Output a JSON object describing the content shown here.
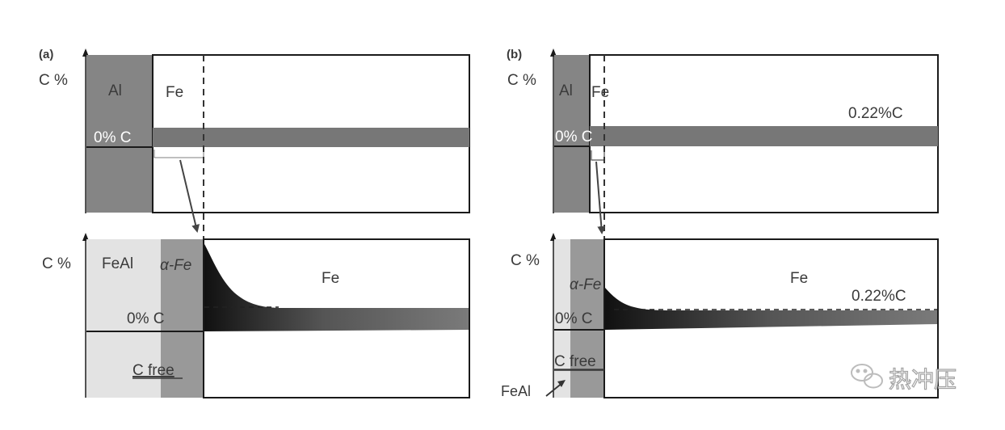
{
  "panel_a": {
    "label": "(a)",
    "top": {
      "axis_label": "C %",
      "region_al": "Al",
      "region_fe": "Fe",
      "band_label": "0% C"
    },
    "bottom": {
      "axis_label": "C %",
      "region_feal": "FeAl",
      "region_alpha_fe": "α-Fe",
      "region_fe": "Fe",
      "band_label": "0% C",
      "c_free": "C free"
    }
  },
  "panel_b": {
    "label": "(b)",
    "top": {
      "axis_label": "C %",
      "region_al": "Al",
      "region_fe": "Fe",
      "band_label": "0% C",
      "carbon_label": "0.22%C"
    },
    "bottom": {
      "axis_label": "C %",
      "region_alpha_fe": "α-Fe",
      "region_fe": "Fe",
      "band_label": "0% C",
      "carbon_label": "0.22%C",
      "c_free": "C free",
      "feal_callout": "FeAl"
    }
  },
  "watermark": {
    "text": "热冲压",
    "icon": "wechat-icon"
  },
  "colors": {
    "al_fill": "#858585",
    "alpha_fe_fill": "#999999",
    "feal_fill": "#e3e3e3",
    "band_fill": "#777777",
    "outline": "#1a1a1a"
  }
}
